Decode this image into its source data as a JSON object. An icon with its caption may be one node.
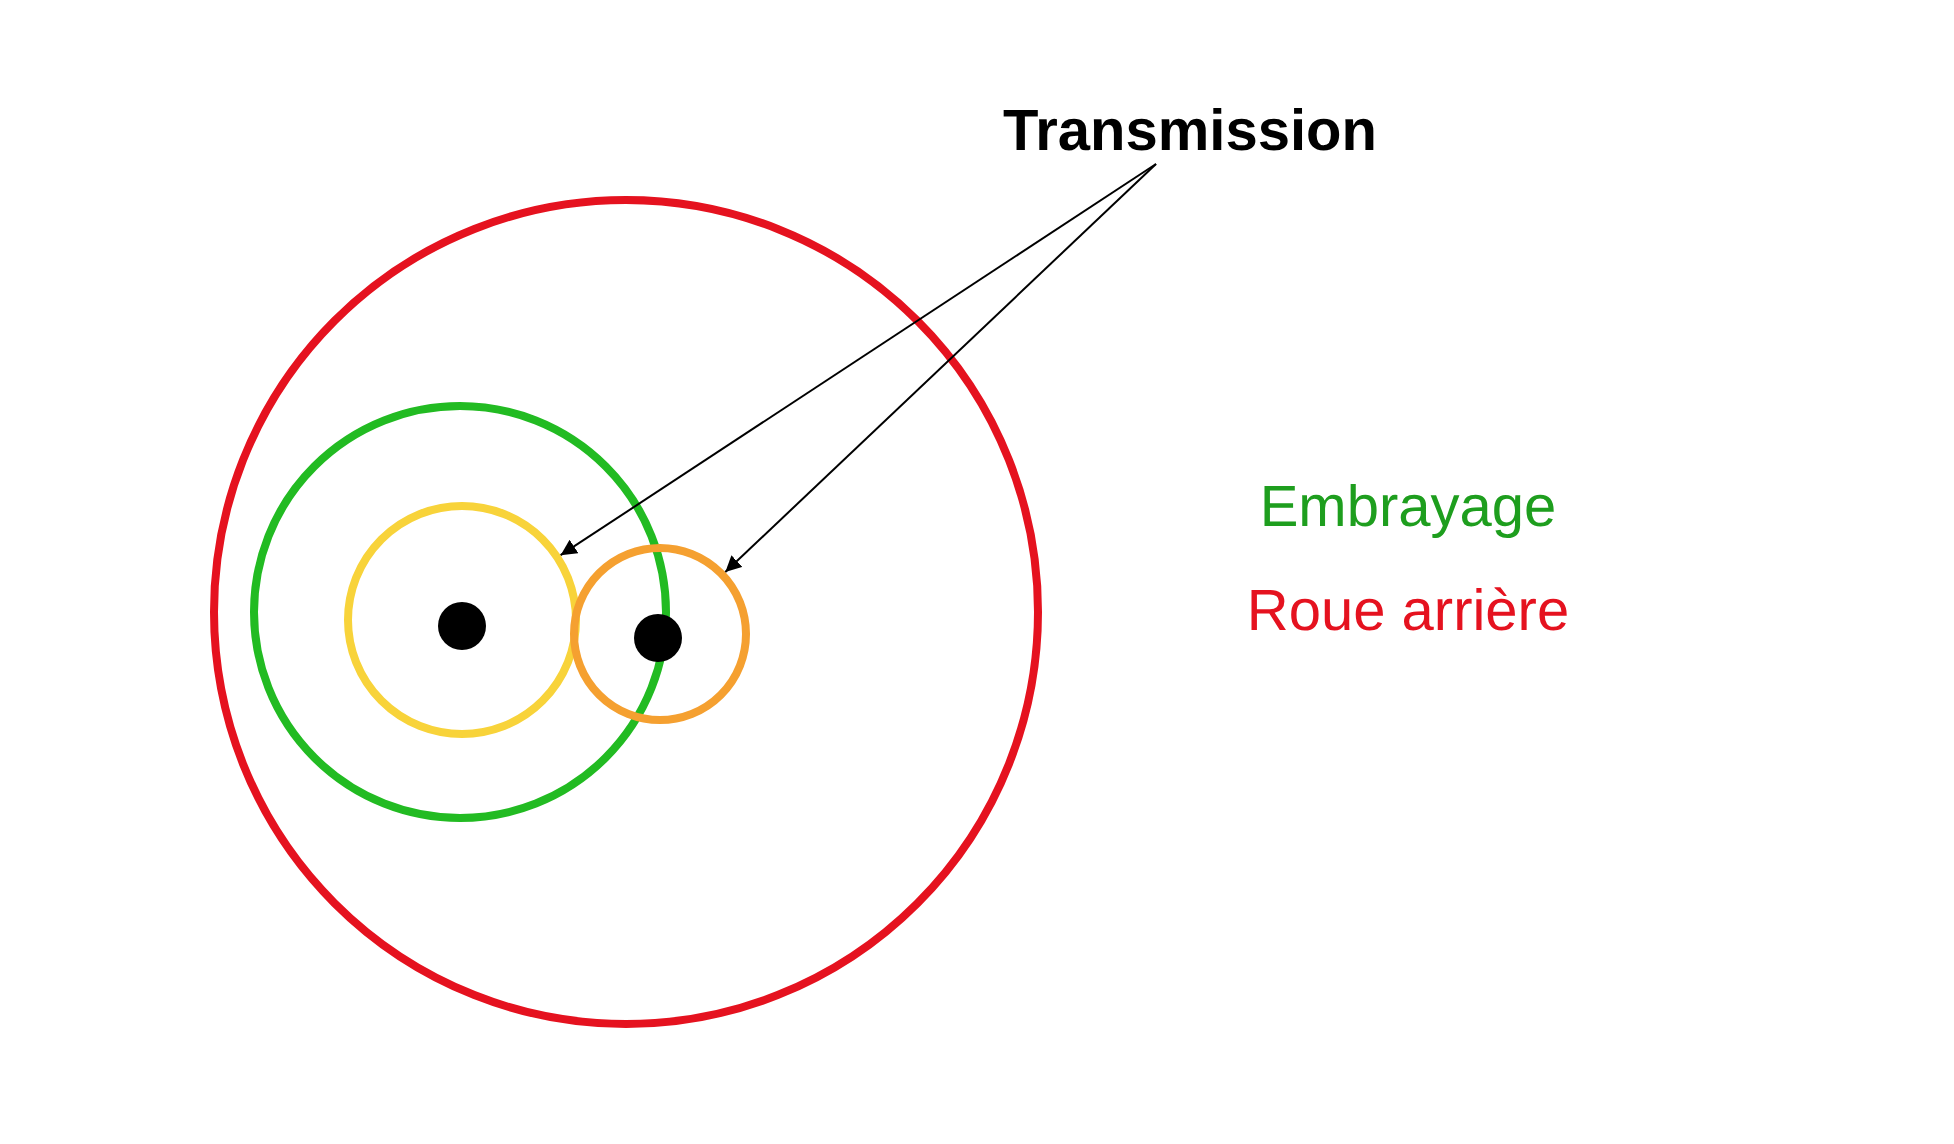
{
  "diagram": {
    "nodes": [
      {
        "text": [
          "Transmission"
        ]
      },
      {
        "text": [],
        "shape": "circle"
      },
      {
        "text": [],
        "shape": "circle"
      }
    ],
    "edges": [
      {
        "from": 0,
        "to": 1,
        "arrow": "to"
      },
      {
        "from": 0,
        "to": 2,
        "arrow": "to"
      }
    ],
    "legend": [
      {
        "text": "Embrayage",
        "color": "#1e9e1e"
      },
      {
        "text": "Roue arrière",
        "color": "#e5121f"
      }
    ]
  }
}
